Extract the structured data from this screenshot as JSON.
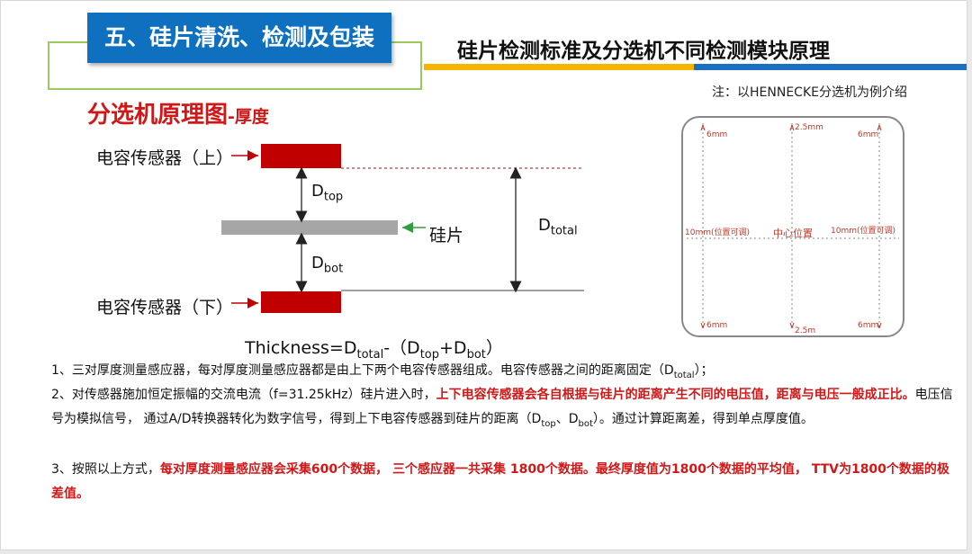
{
  "section_title": "五、硅片清洗、检测及包装",
  "header_title": "硅片检测标准及分选机不同检测模块原理",
  "note": "注：以HENNECKE分选机为例介绍",
  "diagram": {
    "title_main": "分选机原理图",
    "title_sub": "-厚度",
    "sensor_top_label": "电容传感器（上）",
    "sensor_bottom_label": "电容传感器（下）",
    "wafer_label": "硅片",
    "d_symbol": "D",
    "d_top_sub": "top",
    "d_bot_sub": "bot",
    "d_total_sub": "total",
    "formula": {
      "lhs": "Thickness=D",
      "sub_total": "total",
      "mid": "-（D",
      "sub_top": "top",
      "plus": "+D",
      "sub_bot": "bot",
      "close": "）"
    },
    "colors": {
      "sensor": "#c00000",
      "wafer": "#a6a6a6",
      "arrow": "#c00000",
      "wafer_arrow": "#2e9d3e"
    }
  },
  "wafer_map": {
    "top_left": "6mm",
    "top_center": "2.5mm",
    "top_right": "6mm",
    "mid_left": "10mm(位置可调)",
    "mid_center": "中心位置",
    "mid_right": "10mm(位置可调)",
    "bottom_left": "6mm",
    "bottom_center": "2.5m",
    "bottom_right": "6mm"
  },
  "paragraphs": {
    "p1_text": "1、三对厚度测量感应器，每对厚度测量感应器都是由上下两个电容传感器组成。电容传感器之间的距离固定（D",
    "p1_sub": "total",
    "p1_end": "）；",
    "p2_start": "2、对传感器施加恒定振幅的交流电流（f=31.25kHz）硅片进入时，",
    "p2_red": "上下电容传感器会各自根据与硅片的距离产生不同的电压值，距离与电压一般成正比。",
    "p2_rest": "电压信号为模拟信号， 通过A/D转换器转化为数字信号，得到上下电容传感器到硅片的距离（D",
    "p2_sub_top": "top",
    "p2_sep": "、D",
    "p2_sub_bot": "bot",
    "p2_end": "）。通过计算距离差，得到单点厚度值。",
    "p3_start": "3、按照以上方式，",
    "p3_red": "每对厚度测量感应器会采集600个数据， 三个感应器一共采集 1800个数据。最终厚度值为1800个数据的平均值， TTV为1800个数据的极差值。"
  }
}
